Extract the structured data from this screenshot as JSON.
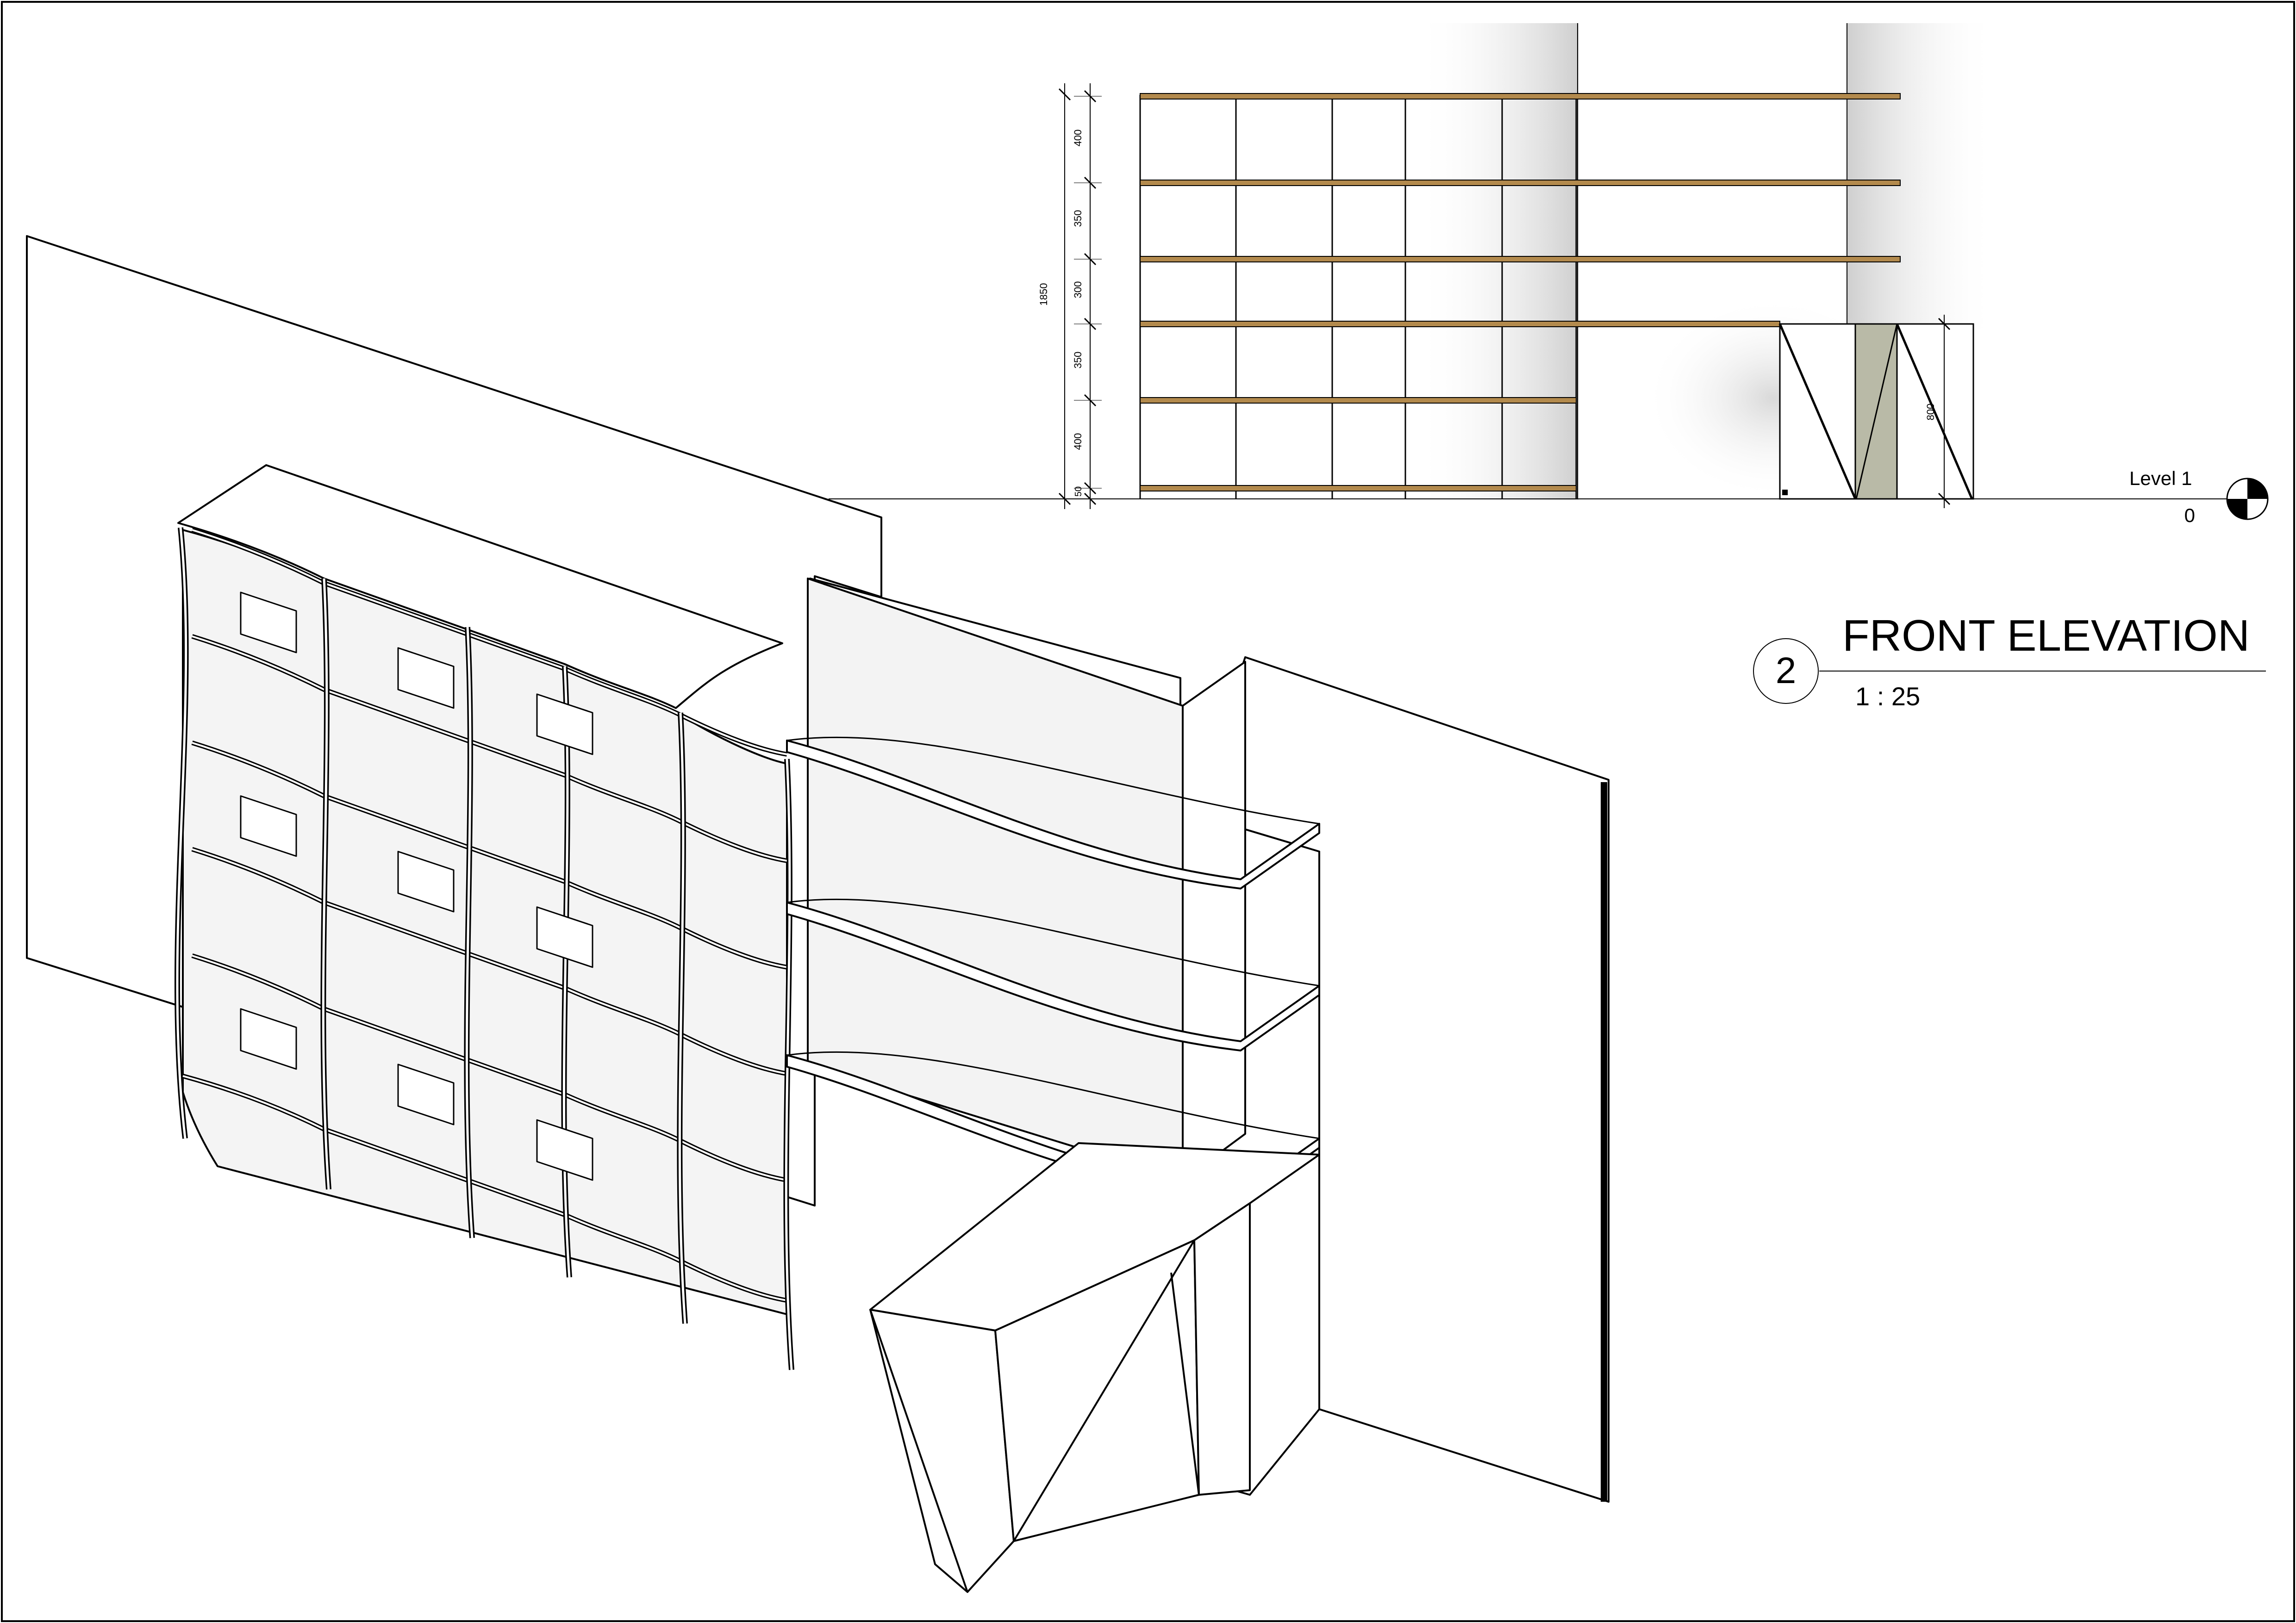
{
  "view": {
    "number": "2",
    "title": "FRONT ELEVATION",
    "scale": "1 : 25"
  },
  "level_marker": {
    "name": "Level 1",
    "elevation": "0"
  },
  "dimensions": {
    "overall_height": "1850",
    "segments": [
      "400",
      "350",
      "300",
      "350",
      "400",
      "50"
    ],
    "desk_height": "800"
  },
  "colors": {
    "line": "#000000",
    "shelf_edge": "#b38a4d",
    "desk_panel_fill": "#b9baa7",
    "wall_fill": "#ffffff",
    "iso_panel_fill": "#f1f1f1"
  }
}
